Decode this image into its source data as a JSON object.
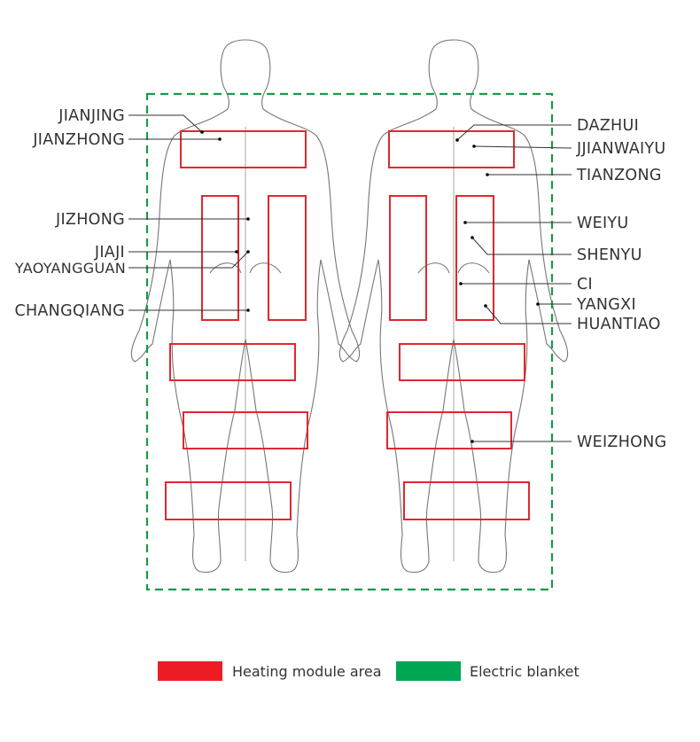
{
  "labels_left": [
    "JIANJING",
    "JIANZHONG",
    "JIZHONG",
    "JIAJI",
    "YAOYANGGUAN",
    "CHANGQIANG"
  ],
  "labels_right": [
    "DAZHUI",
    "JJIANWAIYU",
    "TIANZONG",
    "WEIYU",
    "SHENYU",
    "CI",
    "YANGXI",
    "HUANTIAO",
    "WEIZHONG"
  ],
  "legend": [
    {
      "label": "Heating module area",
      "color": "#ed1c24"
    },
    {
      "label": "Electric blanket",
      "color": "#00a651"
    }
  ],
  "colors": {
    "heating": "#e0282e",
    "blanket": "#1a9a45"
  }
}
